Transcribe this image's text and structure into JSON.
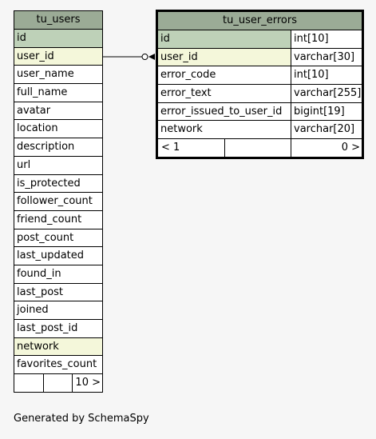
{
  "footer_text": "Generated by SchemaSpy",
  "tables": [
    {
      "name": "tu_users",
      "columns": [
        {
          "name": "id",
          "key": "pk"
        },
        {
          "name": "user_id",
          "key": "fk"
        },
        {
          "name": "user_name",
          "key": ""
        },
        {
          "name": "full_name",
          "key": ""
        },
        {
          "name": "avatar",
          "key": ""
        },
        {
          "name": "location",
          "key": ""
        },
        {
          "name": "description",
          "key": ""
        },
        {
          "name": "url",
          "key": ""
        },
        {
          "name": "is_protected",
          "key": ""
        },
        {
          "name": "follower_count",
          "key": ""
        },
        {
          "name": "friend_count",
          "key": ""
        },
        {
          "name": "post_count",
          "key": ""
        },
        {
          "name": "last_updated",
          "key": ""
        },
        {
          "name": "found_in",
          "key": ""
        },
        {
          "name": "last_post",
          "key": ""
        },
        {
          "name": "joined",
          "key": ""
        },
        {
          "name": "last_post_id",
          "key": ""
        },
        {
          "name": "network",
          "key": "fk"
        },
        {
          "name": "favorites_count",
          "key": ""
        }
      ],
      "footer": {
        "parents": "",
        "mid": "",
        "children": "10 >"
      }
    },
    {
      "name": "tu_user_errors",
      "columns": [
        {
          "name": "id",
          "type": "int[10]",
          "key": "pk"
        },
        {
          "name": "user_id",
          "type": "varchar[30]",
          "key": "fk"
        },
        {
          "name": "error_code",
          "type": "int[10]",
          "key": ""
        },
        {
          "name": "error_text",
          "type": "varchar[255]",
          "key": ""
        },
        {
          "name": "error_issued_to_user_id",
          "type": "bigint[19]",
          "key": ""
        },
        {
          "name": "network",
          "type": "varchar[20]",
          "key": ""
        }
      ],
      "footer": {
        "parents": "< 1",
        "mid": "",
        "children": "0 >"
      }
    }
  ],
  "relationships": [
    {
      "from": "tu_users.user_id",
      "to": "tu_user_errors.user_id"
    }
  ]
}
